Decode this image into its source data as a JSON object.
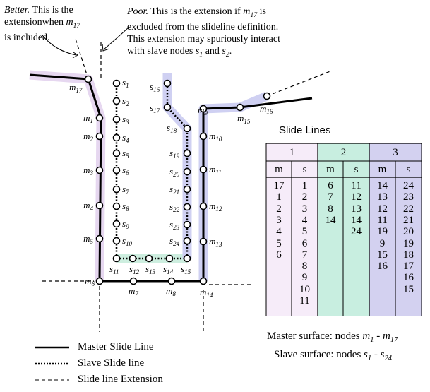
{
  "annotations": {
    "better_title": "Better.",
    "better_text_1": " This is the",
    "better_text_2": "extensionwhen ",
    "better_text_3": "is included.",
    "better_node": "m17",
    "poor_title": "Poor.",
    "poor_text_1": " This is the extension if ",
    "poor_node": "m17",
    "poor_text_1b": " is",
    "poor_text_2": "excluded from the slideline definition.",
    "poor_text_3": "This extension may spuriously interact",
    "poor_text_4a": "with slave nodes ",
    "poor_s1": "s1",
    "poor_and": " and ",
    "poor_s2": "s2",
    "poor_end": "."
  },
  "master_nodes": [
    "m1",
    "m2",
    "m3",
    "m4",
    "m5",
    "m6",
    "m7",
    "m8",
    "m9",
    "m10",
    "m11",
    "m12",
    "m13",
    "m14",
    "m15",
    "m16",
    "m17"
  ],
  "slave_nodes": [
    "s1",
    "s2",
    "s3",
    "s4",
    "s5",
    "s6",
    "s7",
    "s8",
    "s9",
    "s10",
    "s11",
    "s12",
    "s13",
    "s14",
    "s15",
    "s16",
    "s17",
    "s18",
    "s19",
    "s20",
    "s21",
    "s22",
    "s23",
    "s24"
  ],
  "table": {
    "title": "Slide Lines",
    "groups": [
      "1",
      "2",
      "3"
    ],
    "col_headers": [
      "m",
      "s",
      "m",
      "s",
      "m",
      "s"
    ],
    "columns": [
      [
        "17",
        "1",
        "2",
        "3",
        "4",
        "5",
        "6"
      ],
      [
        "1",
        "2",
        "3",
        "4",
        "5",
        "6",
        "7",
        "8",
        "9",
        "10",
        "11"
      ],
      [
        "6",
        "7",
        "8",
        "14"
      ],
      [
        "11",
        "12",
        "13",
        "14",
        "24"
      ],
      [
        "14",
        "13",
        "12",
        "11",
        "19",
        "9",
        "15",
        "16"
      ],
      [
        "24",
        "23",
        "22",
        "21",
        "20",
        "19",
        "18",
        "17",
        "16",
        "15"
      ]
    ],
    "group_colors": [
      "#f6ecf9",
      "#c8eee0",
      "#d3d1f0"
    ]
  },
  "summary": {
    "master_prefix": "Master surface: nodes ",
    "master_from": "m1",
    "master_sep": " - ",
    "master_to": "m17",
    "slave_prefix": "Slave surface: nodes ",
    "slave_from": "s1",
    "slave_sep": " - ",
    "slave_to": "s24"
  },
  "legend": {
    "master": "Master Slide Line",
    "slave": "Slave Slide line",
    "extension": "Slide line Extension"
  },
  "colors": {
    "purple_band": "#e6d7f0",
    "lavender_band": "#cfd0f2",
    "green_band": "#cdeedf"
  }
}
